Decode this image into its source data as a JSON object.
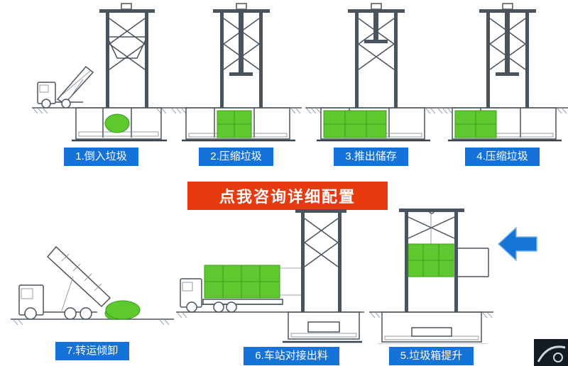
{
  "banner": {
    "label": "点我咨询详细配置"
  },
  "steps": [
    {
      "label": "1.倒入垃圾"
    },
    {
      "label": "2.压缩垃圾"
    },
    {
      "label": "3.推出储存"
    },
    {
      "label": "4.压缩垃圾"
    },
    {
      "label": "5.垃圾箱提升"
    },
    {
      "label": "6.车站对接出料"
    },
    {
      "label": "7.转运倾卸"
    }
  ],
  "icons": {
    "flow_arrow": "left-block-arrow",
    "watermark": "corner-logo-mark"
  },
  "colors": {
    "label_bg": "#1472d8",
    "label_text": "#ffffff",
    "banner_bg": "#e73a0e",
    "banner_text": "#ffffff",
    "arrow": "#1576d8",
    "highlight_green": "#5ec82f",
    "drawing_stroke": "#4a545e",
    "background": "#ffffff"
  }
}
